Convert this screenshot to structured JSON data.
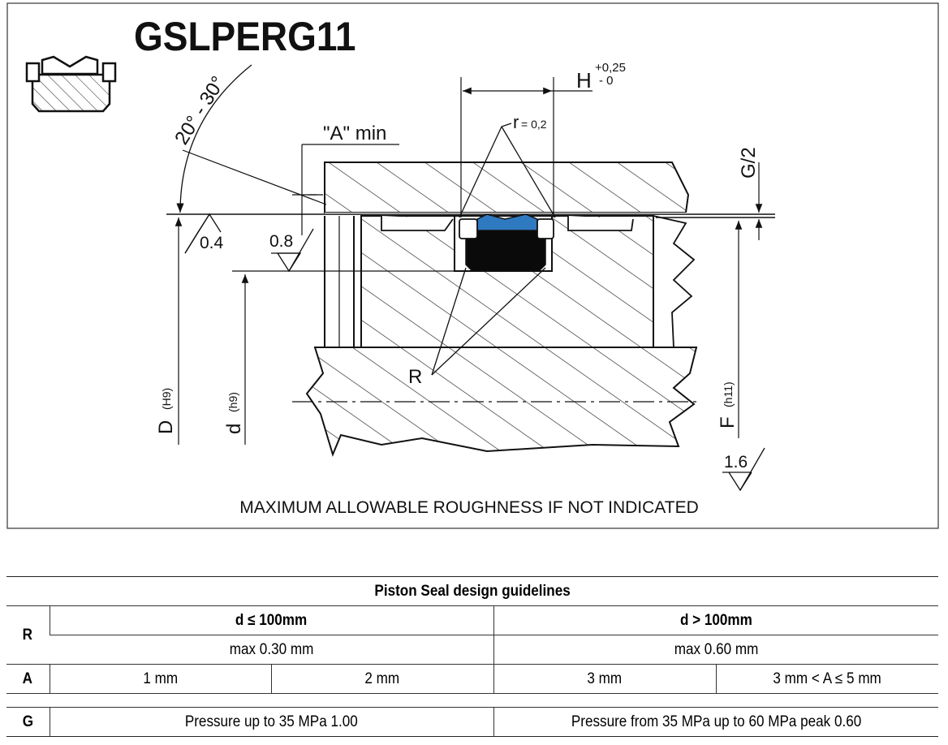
{
  "drawing": {
    "title": "GSLPERG11",
    "title_color": "#6b9a3c",
    "seal_blue": "#2f79c0",
    "seal_black": "#0a0a0a",
    "angle_label": "20° - 30°",
    "a_min_label": "\"A\" min",
    "h_label": "H",
    "h_tol_upper": "+0,25",
    "h_tol_lower": "- 0",
    "r_small_label": "r",
    "r_small_value": "= 0,2",
    "g_half_label": "G/2",
    "roughness_04": "0.4",
    "roughness_08": "0.8",
    "roughness_16": "1.6",
    "R_label": "R",
    "D_label": "D",
    "D_tol": "(H9)",
    "d_label": "d",
    "d_tol": "(h9)",
    "F_label": "F",
    "F_tol": "(h11)",
    "note": "MAXIMUM ALLOWABLE ROUGHNESS IF NOT INDICATED"
  },
  "table": {
    "caption": "Piston Seal design guidelines",
    "r_header": "R",
    "a_header": "A",
    "g_header": "G",
    "col_small": "d ≤ 100mm",
    "col_large": "d > 100mm",
    "r_small": "max 0.30 mm",
    "r_large": "max 0.60 mm",
    "a_values": [
      "1 mm",
      "2 mm",
      "3 mm",
      "3 mm < A ≤ 5 mm"
    ],
    "g_small": "Pressure up to 35 MPa 1.00",
    "g_large": "Pressure from 35 MPa up to 60 MPa peak 0.60"
  }
}
